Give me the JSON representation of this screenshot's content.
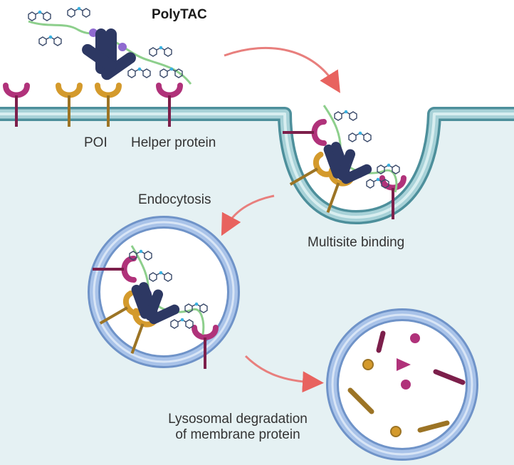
{
  "figure": {
    "title": "PolyTAC",
    "labels": {
      "poi": "POI",
      "helper_protein": "Helper protein",
      "endocytosis": "Endocytosis",
      "multisite_binding": "Multisite binding",
      "lysosomal_line1": "Lysosomal degradation",
      "lysosomal_line2": "of membrane protein"
    }
  },
  "colors": {
    "cell_interior": "#e5f1f3",
    "membrane": "#7fb1ba",
    "membrane_edge": "#4d8f9b",
    "vesicle_ring": "#9bbbe2",
    "vesicle_edge": "#6f93c8",
    "poi_receptor": "#d49a2c",
    "poi_stem": "#9c7425",
    "helper_receptor": "#b0327a",
    "helper_stem": "#7c1f4b",
    "antibody": "#2d3863",
    "polymer": "#8dcf8c",
    "ligand": "#3ab0e0",
    "arrow": "#e87f7d",
    "linker_knob": "#8f6ad0"
  }
}
